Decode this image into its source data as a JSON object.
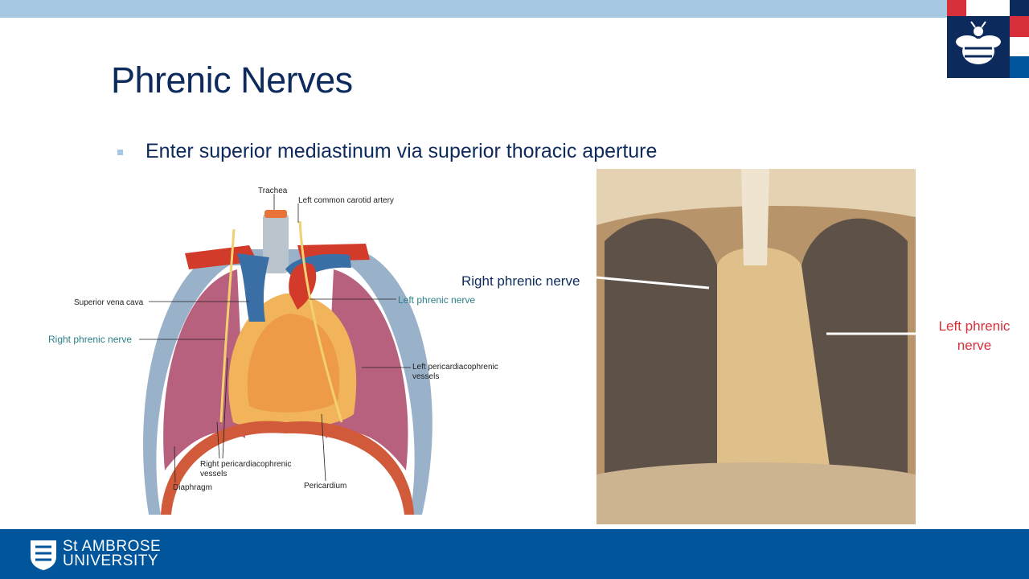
{
  "slide": {
    "title": "Phrenic Nerves",
    "bullet": "Enter superior mediastinum via superior thoracic aperture"
  },
  "diagram_labels": {
    "trachea": "Trachea",
    "left_common_carotid": "Left common carotid artery",
    "superior_vena_cava": "Superior vena cava",
    "left_phrenic_nerve": "Left phrenic nerve",
    "right_phrenic_nerve": "Right phrenic nerve",
    "left_pericardiacophrenic_1": "Left pericardiacophrenic",
    "left_pericardiacophrenic_2": "vessels",
    "right_pericardiacophrenic_1": "Right pericardiacophrenic",
    "right_pericardiacophrenic_2": "vessels",
    "diaphragm": "Diaphragm",
    "pericardium": "Pericardium"
  },
  "photo_labels": {
    "right_phrenic_nerve": "Right phrenic nerve",
    "left_phrenic_nerve_1": "Left phrenic",
    "left_phrenic_nerve_2": "nerve"
  },
  "footer": {
    "logo_line1": "St AMBROSE",
    "logo_line2": "UNIVERSITY"
  },
  "colors": {
    "title_blue": "#0d2a5c",
    "band_light_blue": "#a5c7e1",
    "footer_blue": "#00559b",
    "label_red": "#d8303a",
    "label_teal": "#2b7f86"
  }
}
